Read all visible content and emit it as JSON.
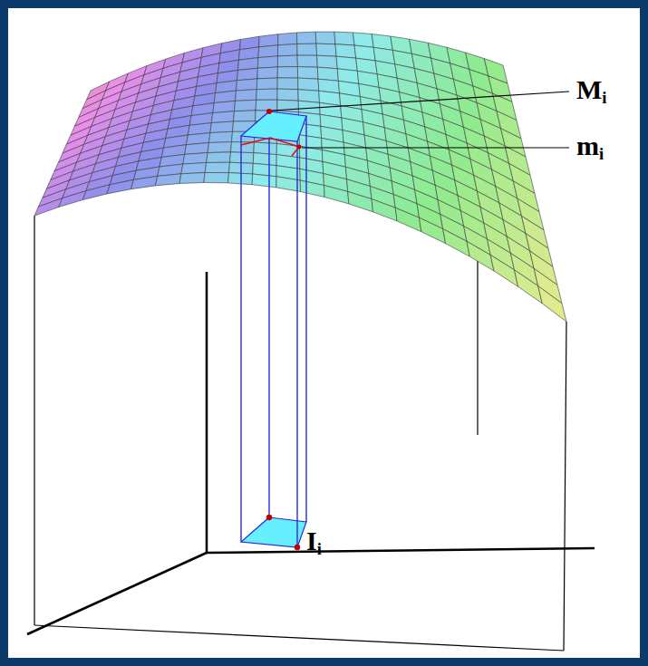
{
  "diagram": {
    "labels": [
      "Mi",
      "mi",
      "Ii"
    ]
  }
}
